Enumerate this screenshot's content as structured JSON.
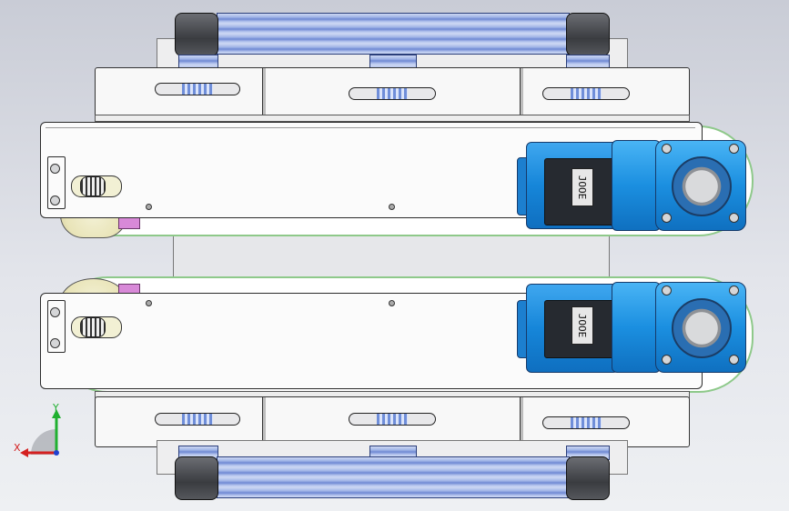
{
  "viewport": {
    "width": 867,
    "height": 562
  },
  "colors": {
    "background_top": "#c9ccd6",
    "background_bottom": "#eef0f3",
    "motor_blue": "#1b8fe0",
    "roller_blue": "#8aa3e3",
    "belt_green": "#8ec98a",
    "pulley_yellow": "#e9e4b8",
    "axis_x": "#d42020",
    "axis_y": "#20b030",
    "axis_z": "#2040d0"
  },
  "motors": [
    {
      "id": "upper",
      "nameplate_text": "JOOE"
    },
    {
      "id": "lower",
      "nameplate_text": "JOOE"
    }
  ],
  "triad": {
    "x_label": "X",
    "y_label": "Y"
  },
  "icons": [
    "bolt-icon",
    "motor-fan-cover-icon",
    "pulley-icon",
    "axis-triad-icon"
  ]
}
